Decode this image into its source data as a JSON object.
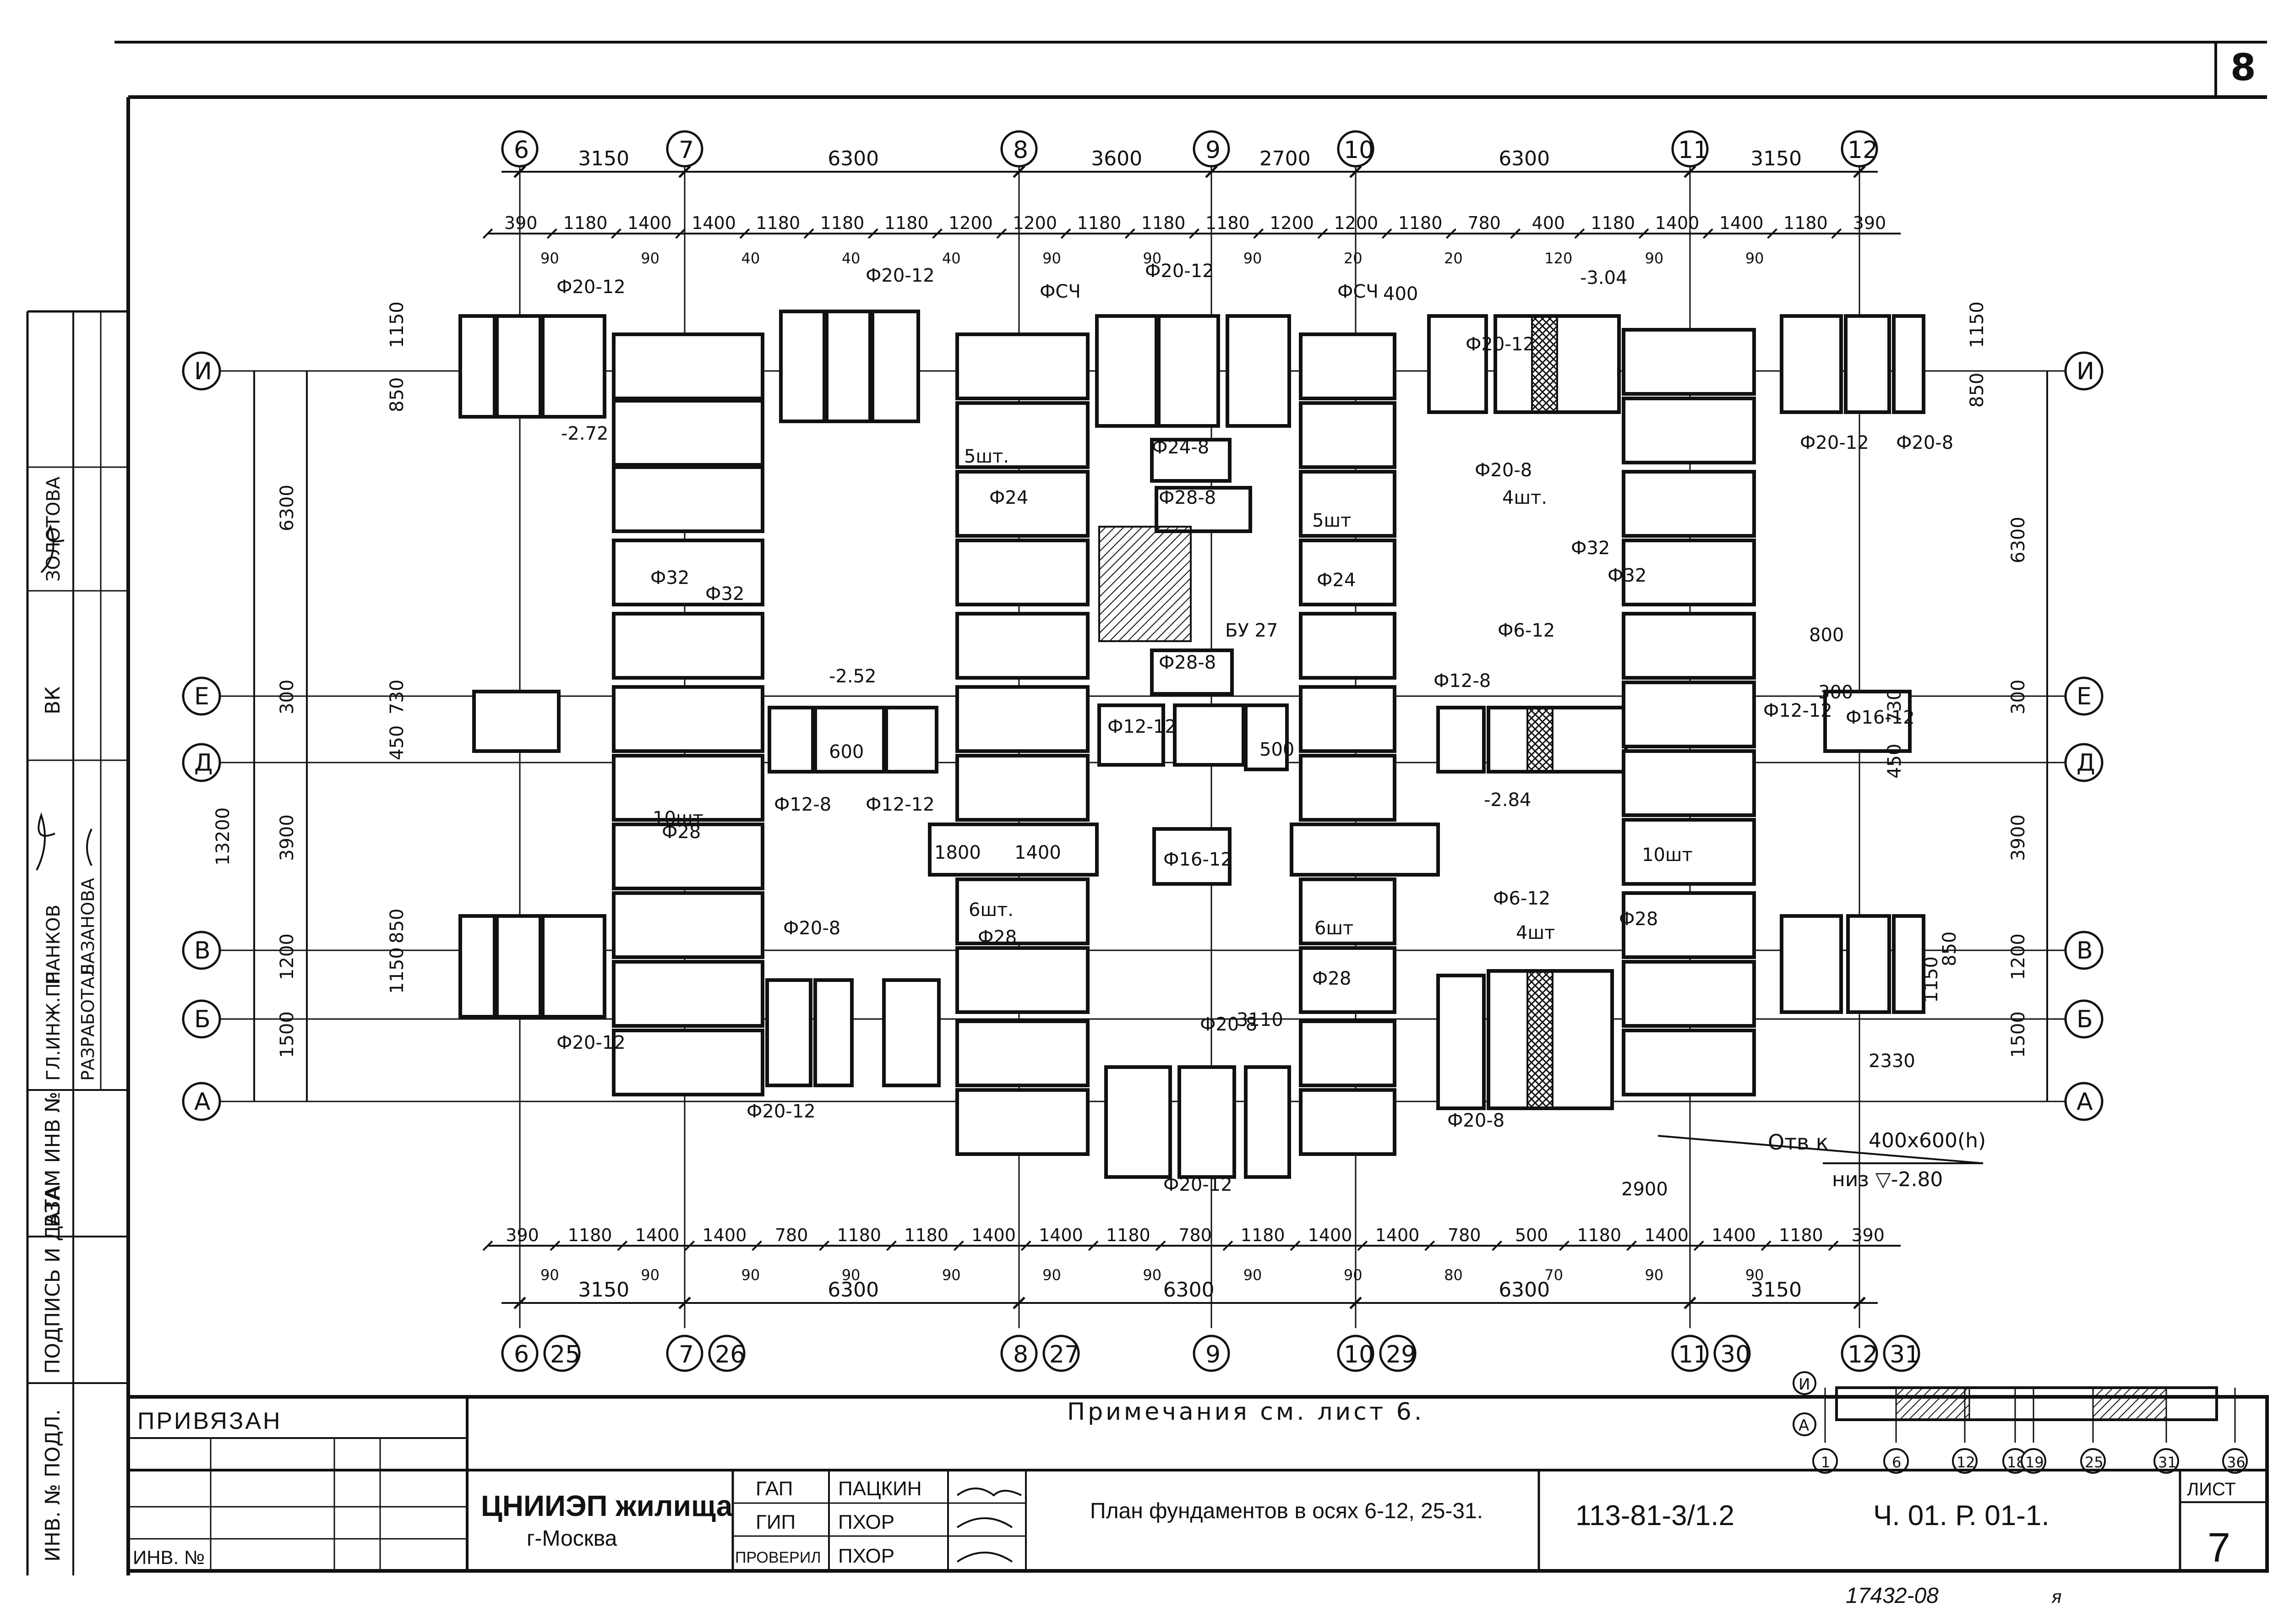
{
  "sheet_corner_number": "8",
  "axes": {
    "vertical": [
      {
        "id": "6",
        "pair": "25"
      },
      {
        "id": "7",
        "pair": "26"
      },
      {
        "id": "8",
        "pair": "27"
      },
      {
        "id": "9",
        "pair": ""
      },
      {
        "id": "10",
        "pair": "29"
      },
      {
        "id": "11",
        "pair": "30"
      },
      {
        "id": "12",
        "pair": "31"
      }
    ],
    "horizontal": [
      "И",
      "Е",
      "Д",
      "В",
      "Б",
      "А"
    ]
  },
  "top_dims": [
    "3150",
    "6300",
    "3600",
    "2700",
    "6300",
    "3150"
  ],
  "bottom_dims": [
    "3150",
    "6300",
    "6300",
    "6300",
    "3150"
  ],
  "top_chain": [
    "390",
    "1180",
    "1400",
    "1400",
    "1180",
    "1180",
    "1180",
    "1200",
    "1200",
    "1180",
    "1180",
    "1180",
    "1200",
    "1200",
    "1180",
    "780",
    "400",
    "1180",
    "1400",
    "1400",
    "1180",
    "390"
  ],
  "top_sub": [
    "90",
    "90",
    "40",
    "40",
    "40",
    "90",
    "90",
    "90",
    "20",
    "20",
    "120",
    "90",
    "90"
  ],
  "bottom_chain": [
    "390",
    "1180",
    "1400",
    "1400",
    "780",
    "1180",
    "1180",
    "1400",
    "1400",
    "1180",
    "780",
    "1180",
    "1400",
    "1400",
    "780",
    "500",
    "1180",
    "1400",
    "1400",
    "1180",
    "390"
  ],
  "bottom_sub": [
    "90",
    "90",
    "90",
    "90",
    "90",
    "90",
    "90",
    "90",
    "90",
    "80",
    "70",
    "90",
    "90"
  ],
  "left_dims": [
    "1150",
    "850",
    "6300",
    "300",
    "730",
    "450",
    "3900",
    "13200",
    "850",
    "1150",
    "1200",
    "1500"
  ],
  "right_dims": [
    "1150",
    "850",
    "6300",
    "300",
    "730",
    "450",
    "3900",
    "850",
    "1150",
    "1200",
    "1500"
  ],
  "labels": [
    "Ф20-12",
    "Ф20-12",
    "Ф20-12",
    "Ф20-12",
    "Ф20-12",
    "Ф20-12",
    "Ф20-12",
    "Ф20-12",
    "Ф20-8",
    "Ф20-8",
    "Ф20-8",
    "Ф20-8",
    "Ф20-8",
    "Ф24-8",
    "Ф28-8",
    "Ф28-8",
    "Ф32",
    "Ф32",
    "Ф32",
    "Ф32",
    "Ф12-8",
    "Ф12-8",
    "Ф12-12",
    "Ф12-12",
    "Ф12-12",
    "Ф16-12",
    "Ф16-12",
    "Ф6-12",
    "Ф6-12",
    "Ф24",
    "Ф24",
    "Ф28",
    "Ф28",
    "Ф28",
    "Ф28",
    "ФСЧ",
    "ФСЧ",
    "БУ 27",
    "5шт.",
    "5шт",
    "6шт",
    "10шт",
    "10шт",
    "6шт.",
    "4шт.",
    "4шт",
    "-2.72",
    "-2.52",
    "-2.84",
    "-3.04",
    "2330",
    "3110",
    "2900",
    "1800",
    "1400",
    "800",
    "300",
    "400",
    "600",
    "500"
  ],
  "note_opening": {
    "line1": "Отв к",
    "size": "400x600(h)",
    "line2": "низ ▽-2.80"
  },
  "notes": "Примечания  см. лист 6.",
  "title_block": {
    "privyazan": "ПРИВЯЗАН",
    "inv": "ИНВ. №",
    "org1": "ЦНИИЭП жилища",
    "org2": "г-Москва",
    "roles": [
      {
        "role": "ГАП",
        "name": "ПАЦКИН"
      },
      {
        "role": "ГИП",
        "name": "ПХОР"
      },
      {
        "role": "ПРОВЕРИЛ",
        "name": "ПХОР"
      }
    ],
    "title": "План фундаментов в осях 6-12, 25-31.",
    "code": "113-81-3/1.2",
    "part": "Ч. 01. Р. 01-1.",
    "sheet_label": "ЛИСТ",
    "sheet_no": "7",
    "archive": "17432-08",
    "archive_suffix": "я"
  },
  "side_stamp": [
    "ИНВ. № ПОДЛ.",
    "ПОДПИСЬ И ДАТА",
    "ВЗАМ ИНВ №",
    "ГЛ.ИНЖ.ПР.",
    "ПАНКОВ",
    "РАЗРАБОТАЛ",
    "БАЗАНОВА",
    "ВК",
    "ЗОЛОТОВА"
  ],
  "key_plan": {
    "axes": [
      "1",
      "6",
      "12",
      "18",
      "19",
      "25",
      "31",
      "36"
    ],
    "rows": [
      "И",
      "А"
    ]
  }
}
